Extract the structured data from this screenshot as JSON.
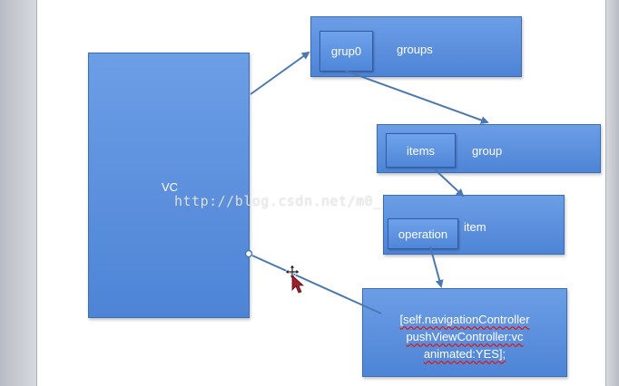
{
  "vc_label": "VC",
  "groups_box": {
    "inner_label": "grup0",
    "label": "groups"
  },
  "group_box": {
    "inner_label": "items",
    "label": "group"
  },
  "item_box": {
    "inner_label": "operation",
    "label": "item"
  },
  "code_box": {
    "lines": [
      "[self.navigationController",
      "pushViewController:vc",
      "animated:YES];"
    ]
  },
  "watermark": "http://blog.csdn.net/m0_",
  "colors": {
    "box_fill": "#5a8fdd",
    "box_border": "#3b6cb8",
    "arrow": "#4a78b0"
  },
  "icons": {
    "cursor": "move-cursor-icon",
    "pointer": "mouse-pointer-icon"
  }
}
